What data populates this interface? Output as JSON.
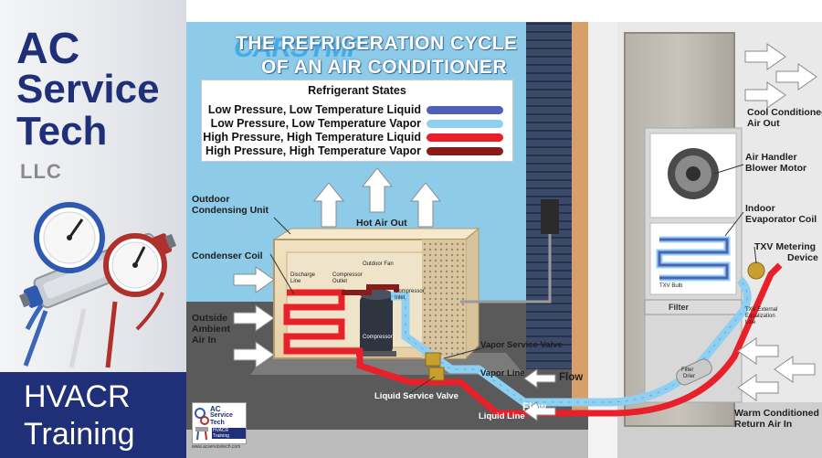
{
  "brand": {
    "line1": "AC",
    "line2": "Service",
    "line3": "Tech",
    "line4": "LLC",
    "program_line1": "HVACR",
    "program_line2": "Training",
    "primary_color": "#1f2f78"
  },
  "watermark": {
    "text": "CARSYMP",
    "suffix": ".com"
  },
  "title": {
    "line1": "THE REFRIGERATION CYCLE",
    "line2": "OF AN AIR CONDITIONER"
  },
  "legend": {
    "title": "Refrigerant States",
    "items": [
      {
        "label": "Low Pressure, Low Temperature Liquid",
        "color": "#5060b8"
      },
      {
        "label": "Low Pressure, Low Temperature Vapor",
        "color": "#8fd0f2"
      },
      {
        "label": "High Pressure, High Temperature Liquid",
        "color": "#e8202a"
      },
      {
        "label": "High Pressure, High Temperature Vapor",
        "color": "#8a1b1b"
      }
    ]
  },
  "labels": {
    "outdoor_unit_1": "Outdoor",
    "outdoor_unit_2": "Condensing Unit",
    "hot_air_out": "Hot Air Out",
    "condenser_coil": "Condenser Coil",
    "outside_air_1": "Outside",
    "outside_air_2": "Ambient",
    "outside_air_3": "Air In",
    "outdoor_fan": "Outdoor Fan",
    "discharge_line_1": "Discharge",
    "discharge_line_2": "Line",
    "compressor_outlet_1": "Compressor",
    "compressor_outlet_2": "Outlet",
    "compressor_inlet_1": "Compressor",
    "compressor_inlet_2": "Inlet",
    "compressor": "Compressor",
    "vapor_service_valve": "Vapor Service Valve",
    "vapor_line": "Vapor Line",
    "flow_upper": "Flow",
    "liquid_service_valve": "Liquid Service Valve",
    "liquid_line": "Liquid Line",
    "flow_lower": "Flow",
    "cool_air_out_1": "Cool Conditioned",
    "cool_air_out_2": "Air Out",
    "air_handler_1": "Air Handler",
    "air_handler_2": "Blower Motor",
    "evap_coil_1": "Indoor",
    "evap_coil_2": "Evaporator Coil",
    "txv_1": "TXV Metering",
    "txv_2": "Device",
    "txv_bulb": "TXV Bulb",
    "txv_equalization_1": "TXV External",
    "txv_equalization_2": "Equalization",
    "txv_equalization_3": "Line",
    "filter": "Filter",
    "filter_drier_1": "Filter",
    "filter_drier_2": "Drier",
    "warm_return_1": "Warm Conditioned",
    "warm_return_2": "Return Air In"
  },
  "logo": {
    "line1": "AC",
    "line2": "Service",
    "line3": "Tech",
    "line4": "HVACR Training",
    "url": "www.acservicetech.com"
  }
}
